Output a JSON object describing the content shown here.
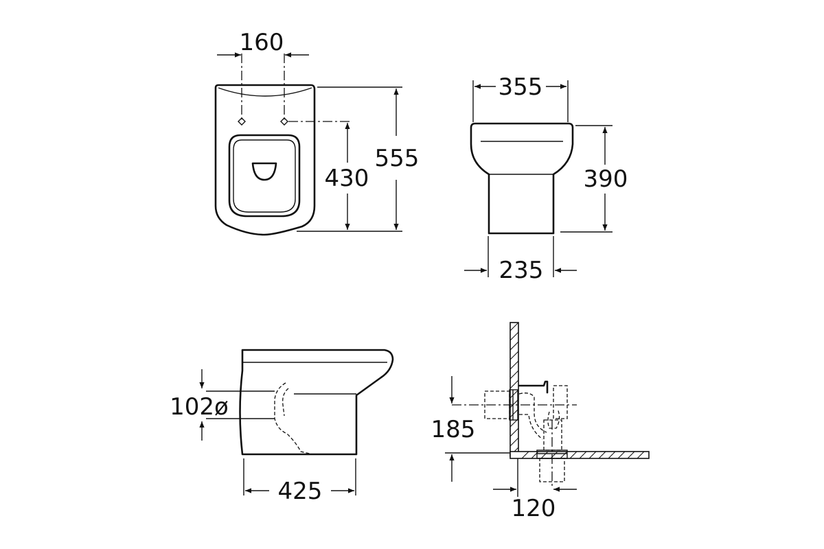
{
  "diagram": {
    "top_view": {
      "width_between_fixings": "160",
      "seat_depth_to_fixing": "430",
      "overall_depth": "555"
    },
    "front_view": {
      "overall_width": "355",
      "height": "390",
      "base_width": "235"
    },
    "side_view": {
      "outlet_diameter": "102ø",
      "length": "425"
    },
    "installation_view": {
      "outlet_height": "185",
      "wall_distance": "120"
    }
  }
}
